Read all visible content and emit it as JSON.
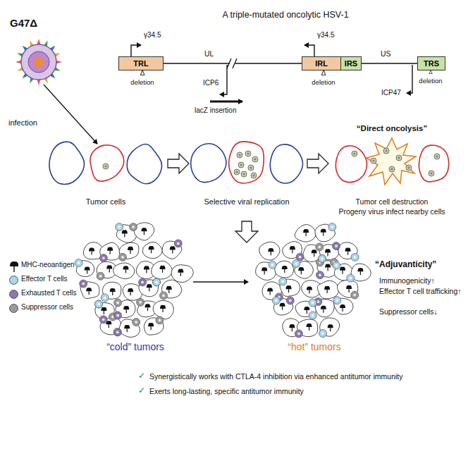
{
  "diagram": {
    "title": "A triple-mutated oncolytic HSV-1",
    "nodes": [
      {
        "text": [
          "TRL"
        ]
      },
      {
        "text": [
          "IRL"
        ]
      },
      {
        "text": [
          "IRS"
        ]
      },
      {
        "text": [
          "TRS"
        ]
      }
    ],
    "edges": [
      {
        "from": 0,
        "to": 1,
        "arrow": "none"
      },
      {
        "from": 2,
        "to": 3,
        "arrow": "none"
      }
    ],
    "labels": [
      "G47Δ",
      "γ34.5",
      "UL",
      "γ34.5",
      "US",
      "Δ",
      "deletion",
      "ICP6",
      "lacZ insertion",
      "Δ",
      "deletion",
      "ICP47",
      "Δ",
      "deletion",
      "infection",
      "Tumor cells",
      "Selective viral replication",
      "“Direct oncolysis”",
      "Tumor cell destruction",
      "Progeny virus infect nearby cells",
      "“cold” tumors",
      "“hot” tumors",
      "“Adjuvanticity”",
      "Immunogenicity↑",
      "Effector T cell trafficking↑",
      "Suppressor cells↓",
      "✓",
      "Synergistically works with CTLA-4 inhibition via enhanced antitumor immunity",
      "✓",
      "Exerts long-lasting, specific antitumor immunity"
    ],
    "legend": [
      {
        "text": "MHC-neoantigen"
      },
      {
        "text": "Effector T cells",
        "color": "#a8d6ea"
      },
      {
        "text": "Exhausted T cells",
        "color": "#8c78ae"
      },
      {
        "text": "Suppressor cells",
        "color": "#9a9a9a"
      }
    ]
  }
}
